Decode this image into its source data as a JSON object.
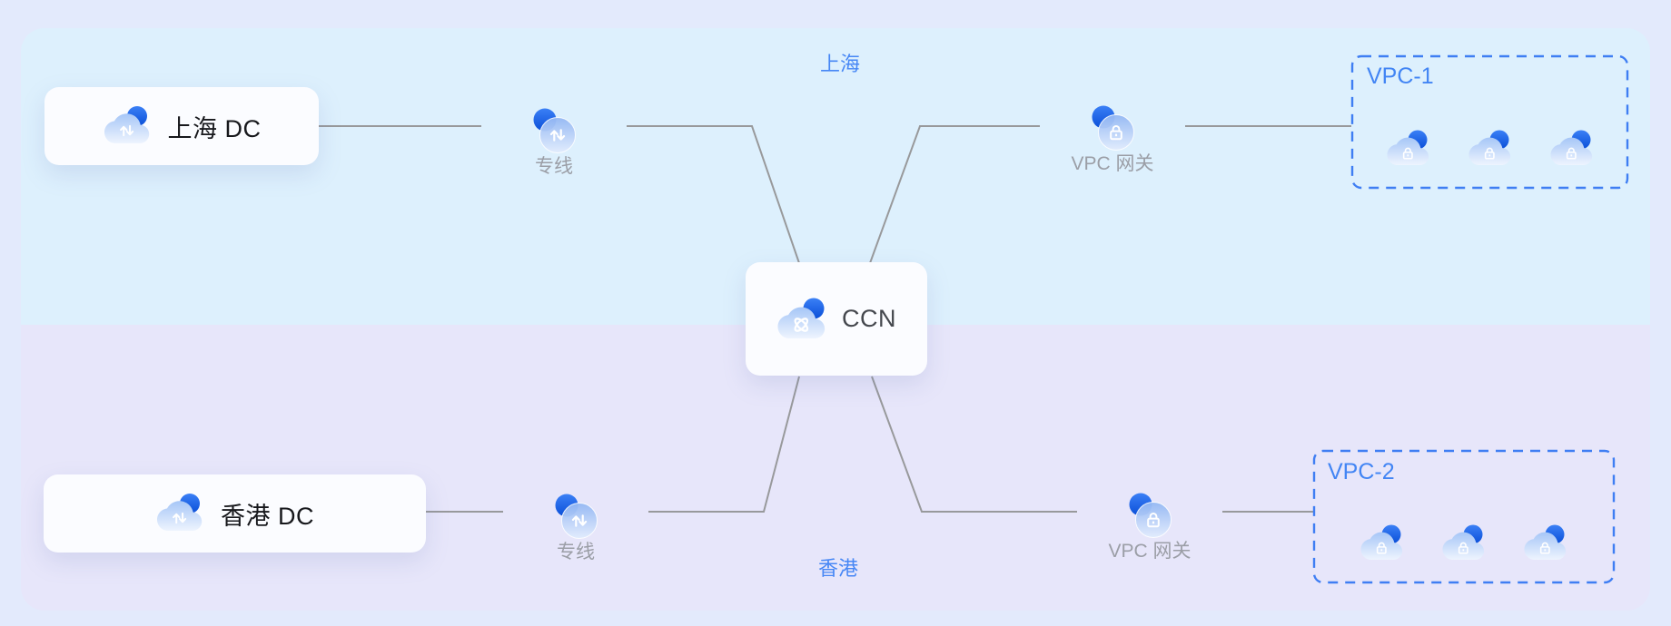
{
  "diagram": {
    "title_hint": "CCN cross-region network topology",
    "regions": {
      "shanghai": {
        "label": "上海"
      },
      "hongkong": {
        "label": "香港"
      }
    },
    "nodes": {
      "shanghai_dc": {
        "label": "上海 DC"
      },
      "hongkong_dc": {
        "label": "香港 DC"
      },
      "ccn": {
        "label": "CCN"
      },
      "line_top": {
        "label": "专线"
      },
      "line_bottom": {
        "label": "专线"
      },
      "gw_top": {
        "label": "VPC 网关"
      },
      "gw_bottom": {
        "label": "VPC 网关"
      },
      "vpc1": {
        "label": "VPC-1"
      },
      "vpc2": {
        "label": "VPC-2"
      }
    },
    "icons": {
      "dc_icon": "cloud-transfer-icon",
      "dedicated_line_icon": "transfer-arrows-circle-icon",
      "vpc_gateway_icon": "lock-circle-icon",
      "ccn_icon": "cloud-orbit-icon",
      "vpc_instance_icon": "cloud-lock-icon"
    },
    "colors": {
      "background": "#e3eafc",
      "region_top_bg": "#ddf0fd",
      "region_bottom_bg": "#e7e6fa",
      "accent_blue": "#4285f4",
      "icon_dark_blue": "#0a4fd8",
      "icon_light_blue": "#a6c6f7",
      "connector_gray": "#98999b",
      "node_label_gray": "#9b9ea6",
      "card_bg": "#fbfcff",
      "vpc_dash_border": "#3f7ef3"
    }
  }
}
